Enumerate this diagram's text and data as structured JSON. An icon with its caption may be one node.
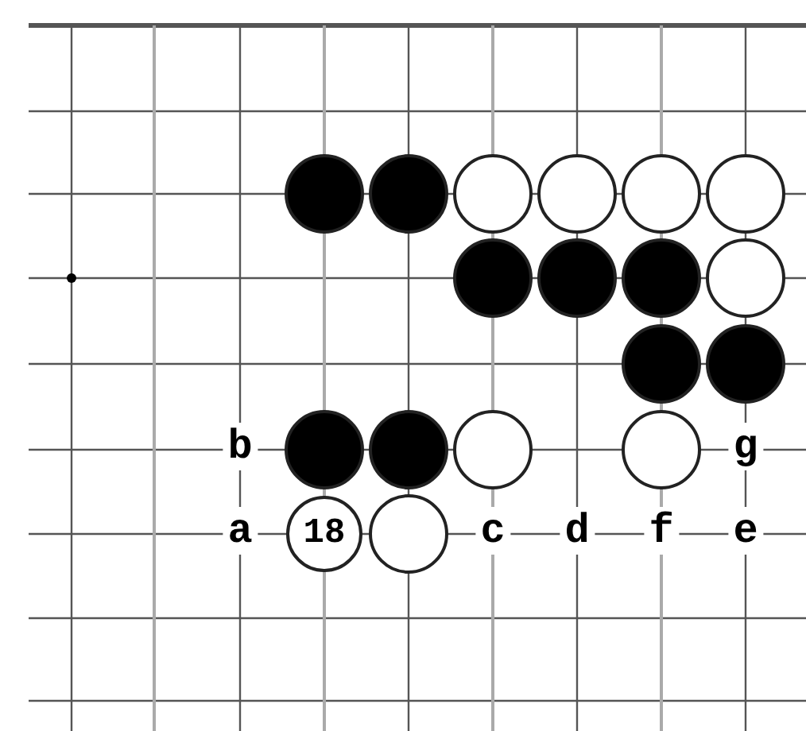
{
  "diagram": {
    "nodes": [
      {
        "text": [],
        "shape": "circle"
      },
      {
        "text": [],
        "shape": "circle"
      },
      {
        "text": [],
        "shape": "circle"
      },
      {
        "text": [],
        "shape": "circle"
      },
      {
        "text": [],
        "shape": "circle"
      },
      {
        "text": [],
        "shape": "circle"
      },
      {
        "text": [],
        "shape": "circle"
      },
      {
        "text": [],
        "shape": "circle"
      },
      {
        "text": [],
        "shape": "circle"
      },
      {
        "text": [],
        "shape": "circle"
      },
      {
        "text": [],
        "shape": "circle"
      },
      {
        "text": [],
        "shape": "circle"
      },
      {
        "text": [],
        "shape": "circle"
      },
      {
        "text": [],
        "shape": "circle"
      },
      {
        "text": [],
        "shape": "circle"
      },
      {
        "text": [],
        "shape": "circle"
      },
      {
        "text": [
          "18"
        ]
      },
      {
        "text": [],
        "shape": "circle"
      }
    ],
    "labels": [
      "b",
      "g",
      "a",
      "c",
      "d",
      "f",
      "e"
    ]
  }
}
